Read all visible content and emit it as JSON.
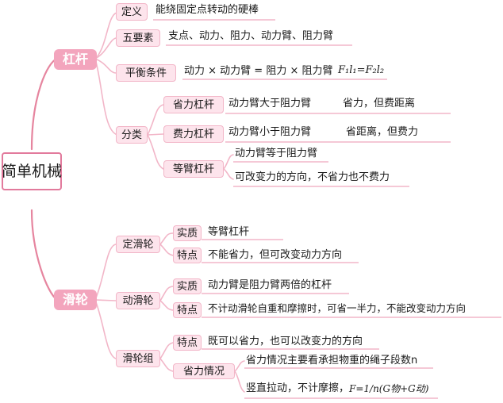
{
  "root": "简单机械",
  "lever": {
    "title": "杠杆",
    "definition": {
      "label": "定义",
      "text": "能绕固定点转动的硬棒"
    },
    "five_elements": {
      "label": "五要素",
      "text": "支点、动力、阻力、动力臂、阻力臂"
    },
    "balance": {
      "label": "平衡条件",
      "text": "动力 × 动力臂 = 阻力 × 阻力臂",
      "formula": "F₁l₁=F₂l₂"
    },
    "classification": {
      "label": "分类",
      "items": [
        {
          "label": "省力杠杆",
          "condition": "动力臂大于阻力臂",
          "effect": "省力，但费距离"
        },
        {
          "label": "费力杠杆",
          "condition": "动力臂小于阻力臂",
          "effect": "省距离，但费力"
        },
        {
          "label": "等臂杠杆",
          "condition": "动力臂等于阻力臂",
          "effect": "可改变力的方向，不省力也不费力"
        }
      ]
    }
  },
  "pulley": {
    "title": "滑轮",
    "fixed": {
      "label": "定滑轮",
      "essence_label": "实质",
      "essence": "等臂杠杆",
      "feature_label": "特点",
      "feature": "不能省力，但可改变动力方向"
    },
    "movable": {
      "label": "动滑轮",
      "essence_label": "实质",
      "essence": "动力臂是阻力臂两倍的杠杆",
      "feature_label": "特点",
      "feature": "不计动滑轮自重和摩擦时，可省一半力，不能改变动力方向"
    },
    "block": {
      "label": "滑轮组",
      "feature_label": "特点",
      "feature": "既可以省力，也可以改变力的方向",
      "saving_label": "省力情况",
      "saving_1": "省力情况主要看承担物重的绳子段数n",
      "saving_2_prefix": "竖直拉动，不计摩擦，",
      "saving_2_formula": "F=1/n(G物+G动)"
    }
  },
  "colors": {
    "line": "#e6859f",
    "main_fill": "#f3a5bd",
    "box_fill": "#fde4ec",
    "box_border": "#f2b6c8",
    "underline": "#f2b6c8"
  }
}
